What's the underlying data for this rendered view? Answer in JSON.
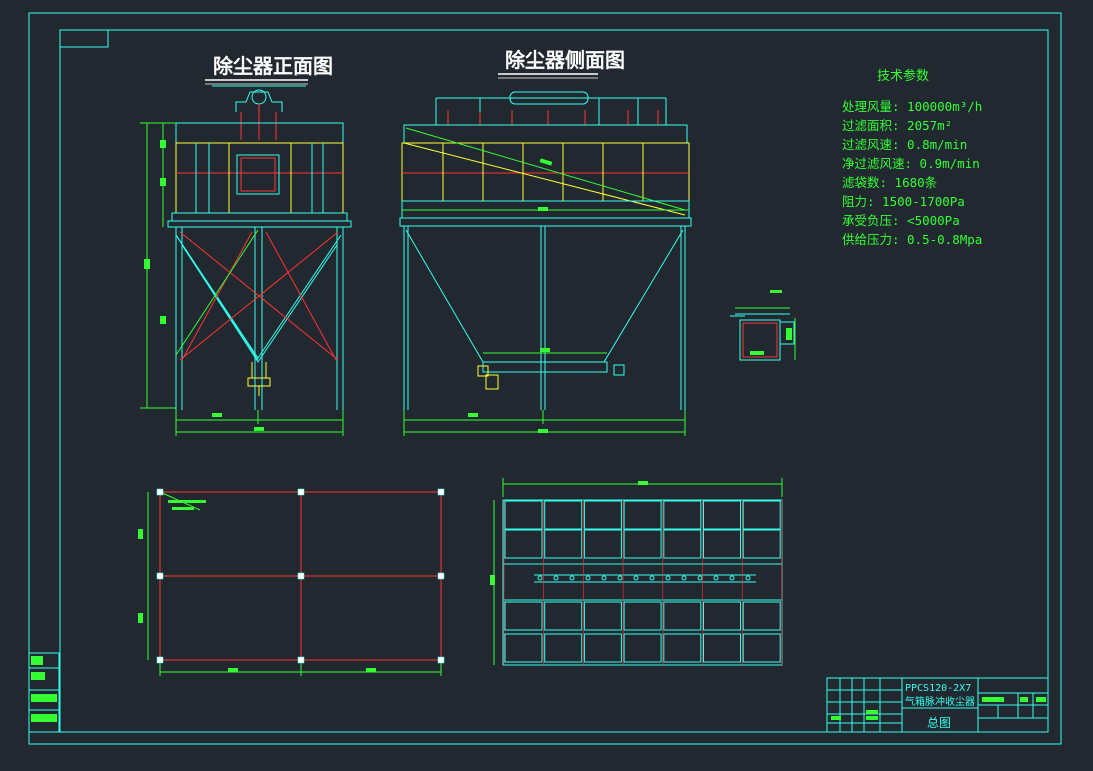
{
  "front_view": {
    "title": "除尘器正面图"
  },
  "side_view": {
    "title": "除尘器侧面图"
  },
  "tech_params": {
    "heading": "技术参数",
    "rows": [
      "处理风量: 100000m³/h",
      "过滤面积: 2057m²",
      "过滤风速: 0.8m/min",
      "净过滤风速: 0.9m/min",
      "滤袋数:   1680条",
      "阻力:     1500-1700Pa",
      "承受负压: <5000Pa",
      "供给压力:  0.5-0.8Mpa"
    ]
  },
  "title_block": {
    "model": "PPCS120-2X7",
    "name": "气箱脉冲收尘器",
    "drawing": "总图"
  },
  "colors": {
    "background": "#212830",
    "frame": "#33ffee",
    "green": "#33ff33",
    "red": "#ff3333",
    "yellow": "#ffff33",
    "white": "#ffffff"
  }
}
